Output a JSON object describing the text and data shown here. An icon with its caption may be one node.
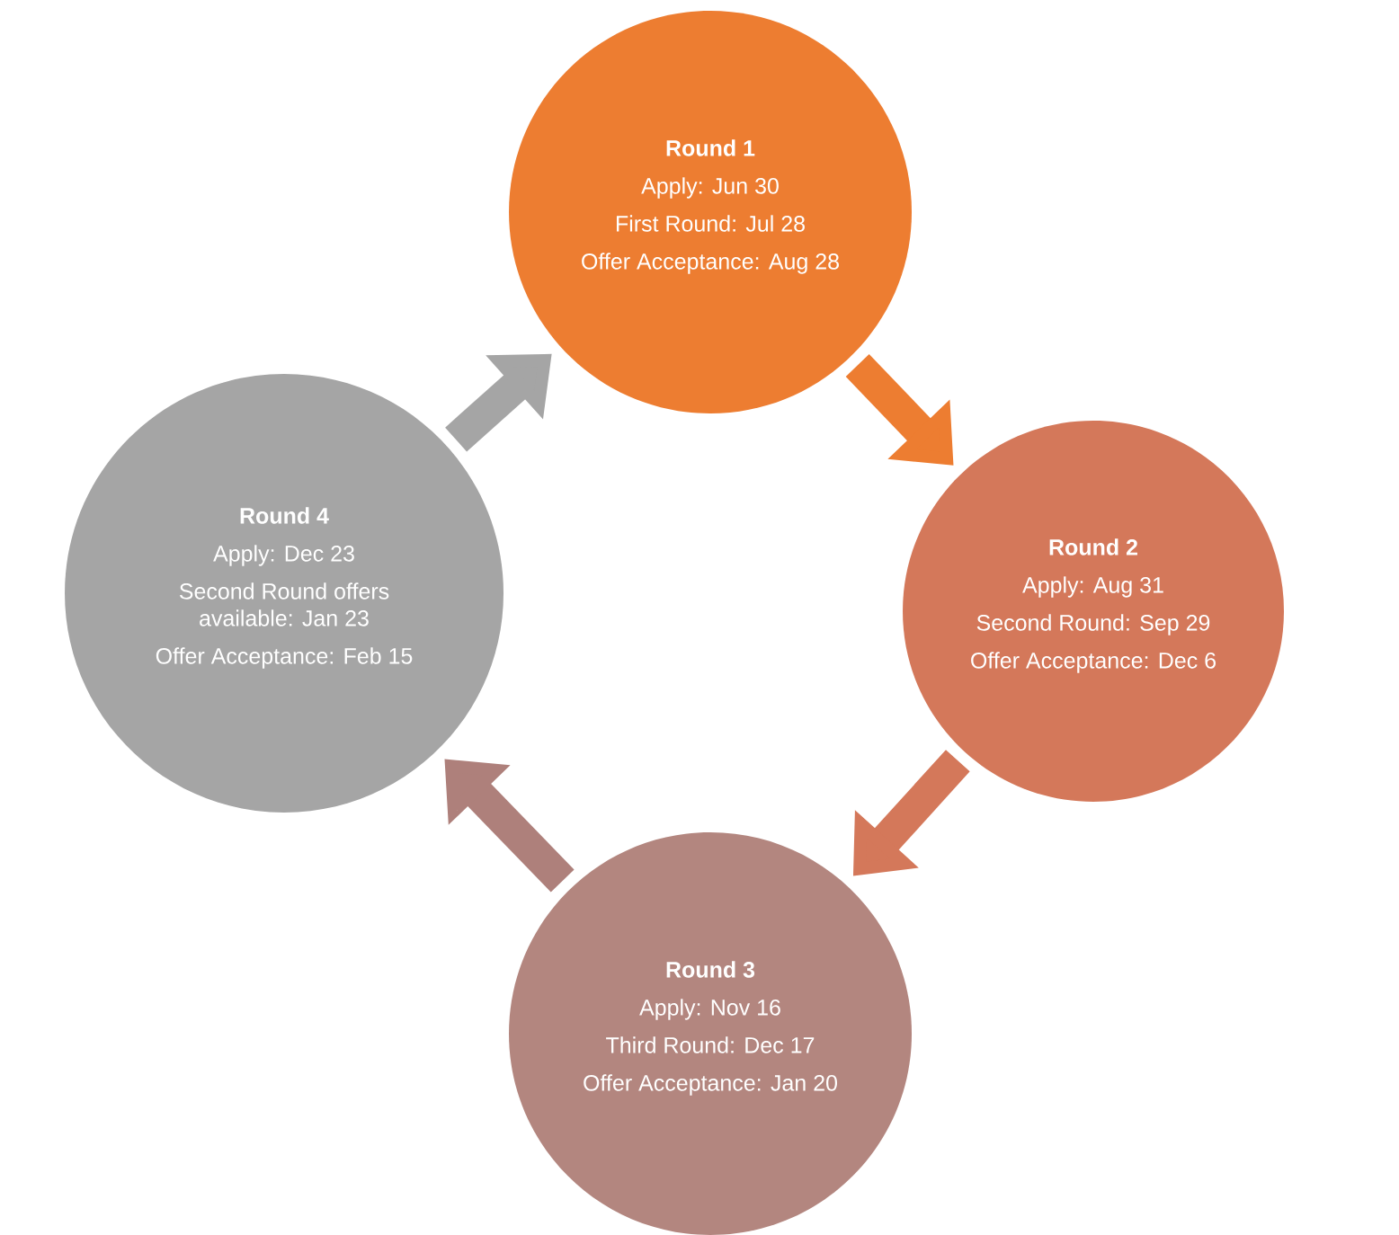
{
  "diagram": {
    "nodes": [
      {
        "text": [
          "Round 1",
          "Apply: Jun 30",
          "First Round: Jul 28",
          "Offer Acceptance: Aug 28"
        ]
      },
      {
        "text": [
          "Round 2",
          "Apply: Aug 31",
          "Second Round: Sep 29",
          "Offer Acceptance: Dec 6"
        ]
      },
      {
        "text": [
          "Round 3",
          "Apply: Nov 16",
          "Third Round: Dec 17",
          "Offer Acceptance: Jan 20"
        ]
      },
      {
        "text": [
          "Round 4",
          "Apply: Dec 23",
          "Second Round offers available: Jan 23",
          "Offer Acceptance: Feb 15"
        ]
      }
    ],
    "edges": [
      {
        "from": 0,
        "to": 1,
        "arrow": "to",
        "color": "#ed7d31"
      },
      {
        "from": 1,
        "to": 2,
        "arrow": "to",
        "color": "#d4785a"
      },
      {
        "from": 2,
        "to": 3,
        "arrow": "to",
        "color": "#ae807b"
      },
      {
        "from": 3,
        "to": 0,
        "arrow": "to",
        "color": "#a5a5a5"
      }
    ]
  }
}
